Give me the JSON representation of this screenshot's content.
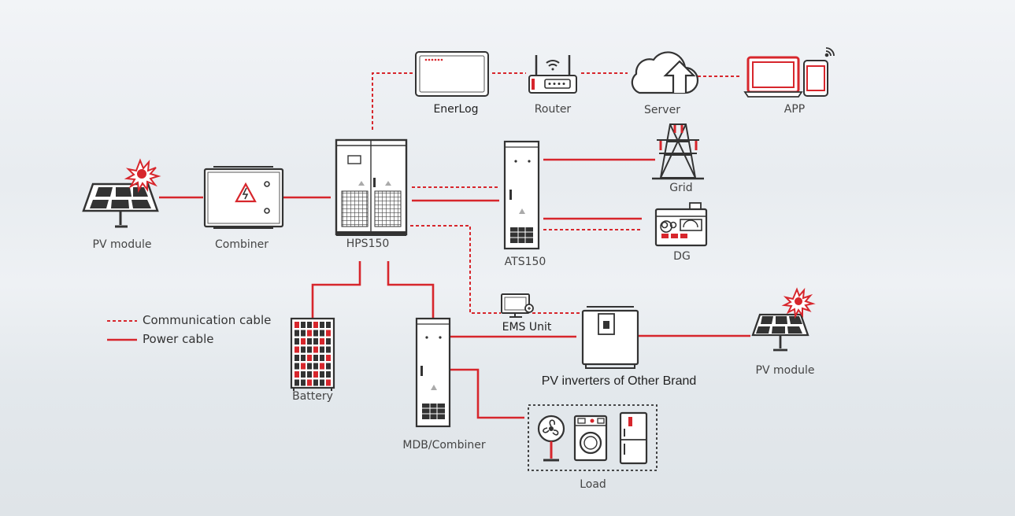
{
  "labels": {
    "enerlog": "EnerLog",
    "router": "Router",
    "server": "Server",
    "app": "APP",
    "pv_module_left": "PV module",
    "combiner": "Combiner",
    "hps150": "HPS150",
    "ats150": "ATS150",
    "grid": "Grid",
    "dg": "DG",
    "battery": "Battery",
    "mdb_combiner": "MDB/Combiner",
    "ems_unit": "EMS Unit",
    "pv_inverters_other": "PV inverters of Other Brand",
    "pv_module_right": "PV module",
    "load": "Load"
  },
  "legend": {
    "communication_cable": "Communication cable",
    "power_cable": "Power cable"
  },
  "colors": {
    "cable": "#d7262c",
    "device_stroke": "#333333",
    "accent": "#e8262c"
  },
  "icons": [
    "solar-panel-icon",
    "sun-icon",
    "combiner-box-icon",
    "hps-cabinet-icon",
    "ats-cabinet-icon",
    "transmission-tower-icon",
    "diesel-generator-icon",
    "battery-rack-icon",
    "mdb-cabinet-icon",
    "ems-computer-icon",
    "inverter-icon",
    "fan-icon",
    "washing-machine-icon",
    "refrigerator-icon",
    "enerlog-device-icon",
    "router-icon",
    "cloud-upload-icon",
    "laptop-icon",
    "phone-icon",
    "wifi-icon"
  ]
}
